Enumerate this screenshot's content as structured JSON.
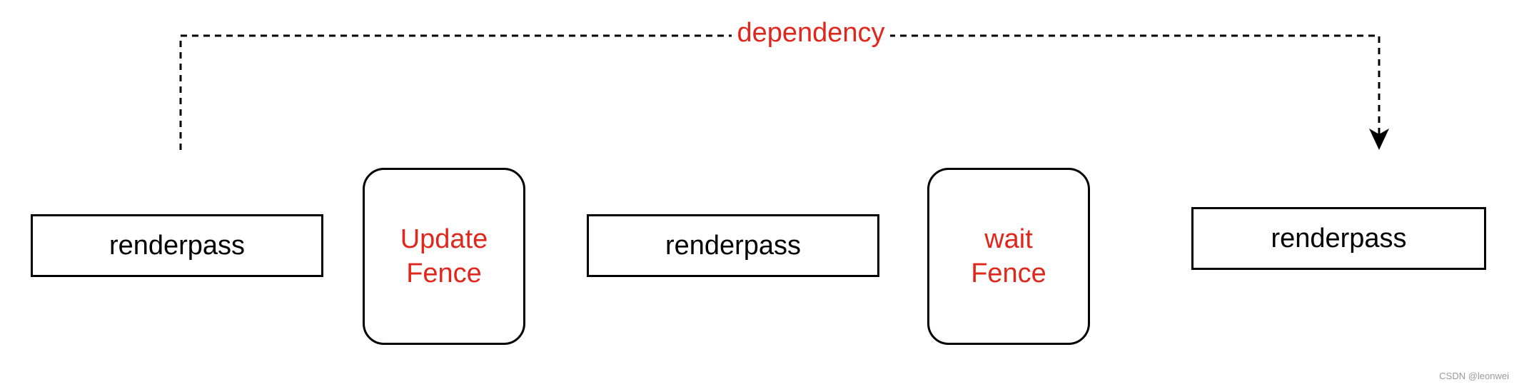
{
  "diagram": {
    "dependency_label": "dependency",
    "nodes": [
      {
        "id": "renderpass-1",
        "label": "renderpass"
      },
      {
        "id": "update-fence",
        "lines": [
          "Update",
          "Fence"
        ]
      },
      {
        "id": "renderpass-2",
        "label": "renderpass"
      },
      {
        "id": "wait-fence",
        "lines": [
          "wait",
          "Fence"
        ]
      },
      {
        "id": "renderpass-3",
        "label": "renderpass"
      }
    ],
    "edges": [
      {
        "from": "renderpass-1",
        "to": "renderpass-3",
        "label": "dependency",
        "style": "dashed"
      }
    ]
  },
  "watermark": "CSDN @leonwei",
  "colors": {
    "accent": "#e1261c",
    "stroke": "#000000",
    "background": "#ffffff"
  }
}
